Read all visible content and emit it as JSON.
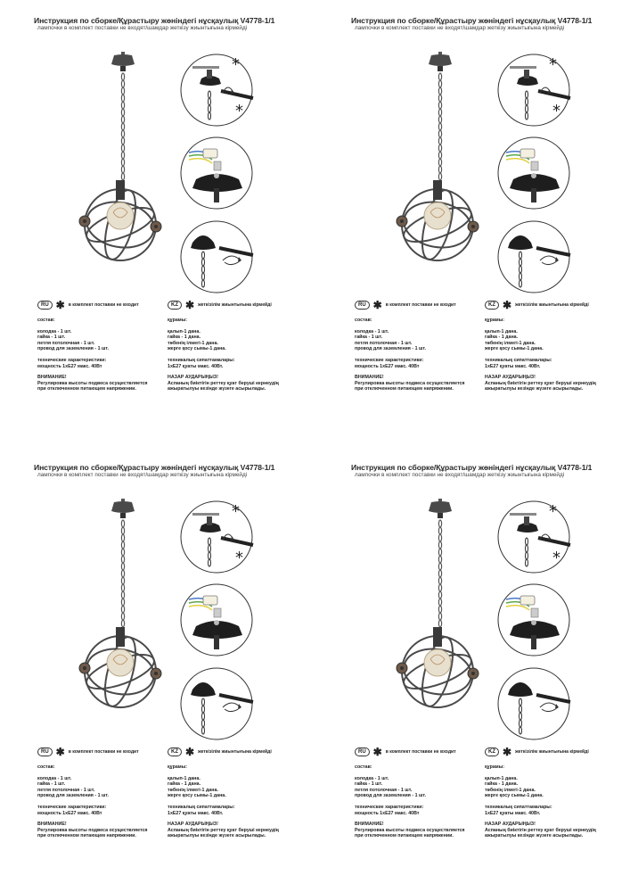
{
  "doc": {
    "title": "Инструкция по сборке/Құрастыру жөніндегі нұсқаулық  V4778-1/1",
    "subtitle": "лампочки в комплект поставки не входят/шамдар жеткізу жиынтығына кірмейді",
    "ru": {
      "code": "RU",
      "note": "в комплект поставки не входит",
      "sostav_title": "состав:",
      "sostav_items": [
        "колодка - 1 шт.",
        "гайка - 1 шт.",
        "петля потолочная - 1 шт.",
        "провод для заземления - 1 шт."
      ],
      "tech_title": "технические характеристики:",
      "tech_value": "мощность 1хЕ27 макс. 40Вт",
      "warn_title": "ВНИМАНИЕ!",
      "warn_lines": [
        "Регулировка высоты подвеса осуществляется",
        "при отключенном питающем напряжении."
      ]
    },
    "kz": {
      "code": "KZ",
      "note": "жеткізілім жиынтығына кірмейді",
      "sostav_title": "құрамы:",
      "sostav_items": [
        "қалып-1 дана.",
        "гайка - 1 дана.",
        "төбенің ілмегі-1 дана.",
        "жерге қосу сымы-1 дана."
      ],
      "tech_title": "техникалық сипаттамалары:",
      "tech_value": "1хЕ27 қуаты макс. 40Вт.",
      "warn_title": "НАЗАР АУДАРЫҢЫЗ!",
      "warn_lines": [
        "Аспаның биіктігін реттеу қуат беруші кернеудің",
        "ажыратылуы кезінде жүзеге асырылады."
      ]
    }
  },
  "colors": {
    "lamp": "#4a4a4a",
    "wire_blue": "#4a78c8",
    "wire_green": "#5aa84a",
    "wire_yellow": "#e0d040"
  }
}
